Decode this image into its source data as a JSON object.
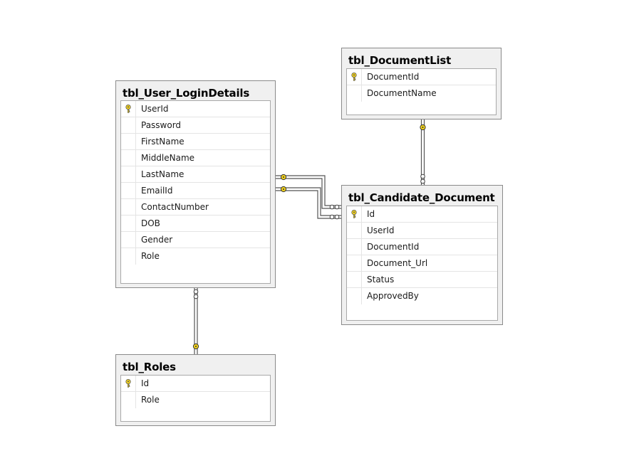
{
  "tables": {
    "user_login": {
      "name": "tbl_User_LoginDetails",
      "columns": [
        {
          "name": "UserId",
          "key": true
        },
        {
          "name": "Password",
          "key": false
        },
        {
          "name": "FirstName",
          "key": false
        },
        {
          "name": "MiddleName",
          "key": false
        },
        {
          "name": "LastName",
          "key": false
        },
        {
          "name": "EmailId",
          "key": false
        },
        {
          "name": "ContactNumber",
          "key": false
        },
        {
          "name": "DOB",
          "key": false
        },
        {
          "name": "Gender",
          "key": false
        },
        {
          "name": "Role",
          "key": false
        }
      ]
    },
    "document_list": {
      "name": "tbl_DocumentList",
      "columns": [
        {
          "name": "DocumentId",
          "key": true
        },
        {
          "name": "DocumentName",
          "key": false
        }
      ]
    },
    "candidate_document": {
      "name": "tbl_Candidate_Document",
      "columns": [
        {
          "name": "Id",
          "key": true
        },
        {
          "name": "UserId",
          "key": false
        },
        {
          "name": "DocumentId",
          "key": false
        },
        {
          "name": "Document_Url",
          "key": false
        },
        {
          "name": "Status",
          "key": false
        },
        {
          "name": "ApprovedBy",
          "key": false
        }
      ]
    },
    "roles": {
      "name": "tbl_Roles",
      "columns": [
        {
          "name": "Id",
          "key": true
        },
        {
          "name": "Role",
          "key": false
        }
      ]
    }
  },
  "colors": {
    "key_icon": "#f2d21b",
    "table_header": "#f0f0f0",
    "relationship_line": "#5a5a5a"
  }
}
